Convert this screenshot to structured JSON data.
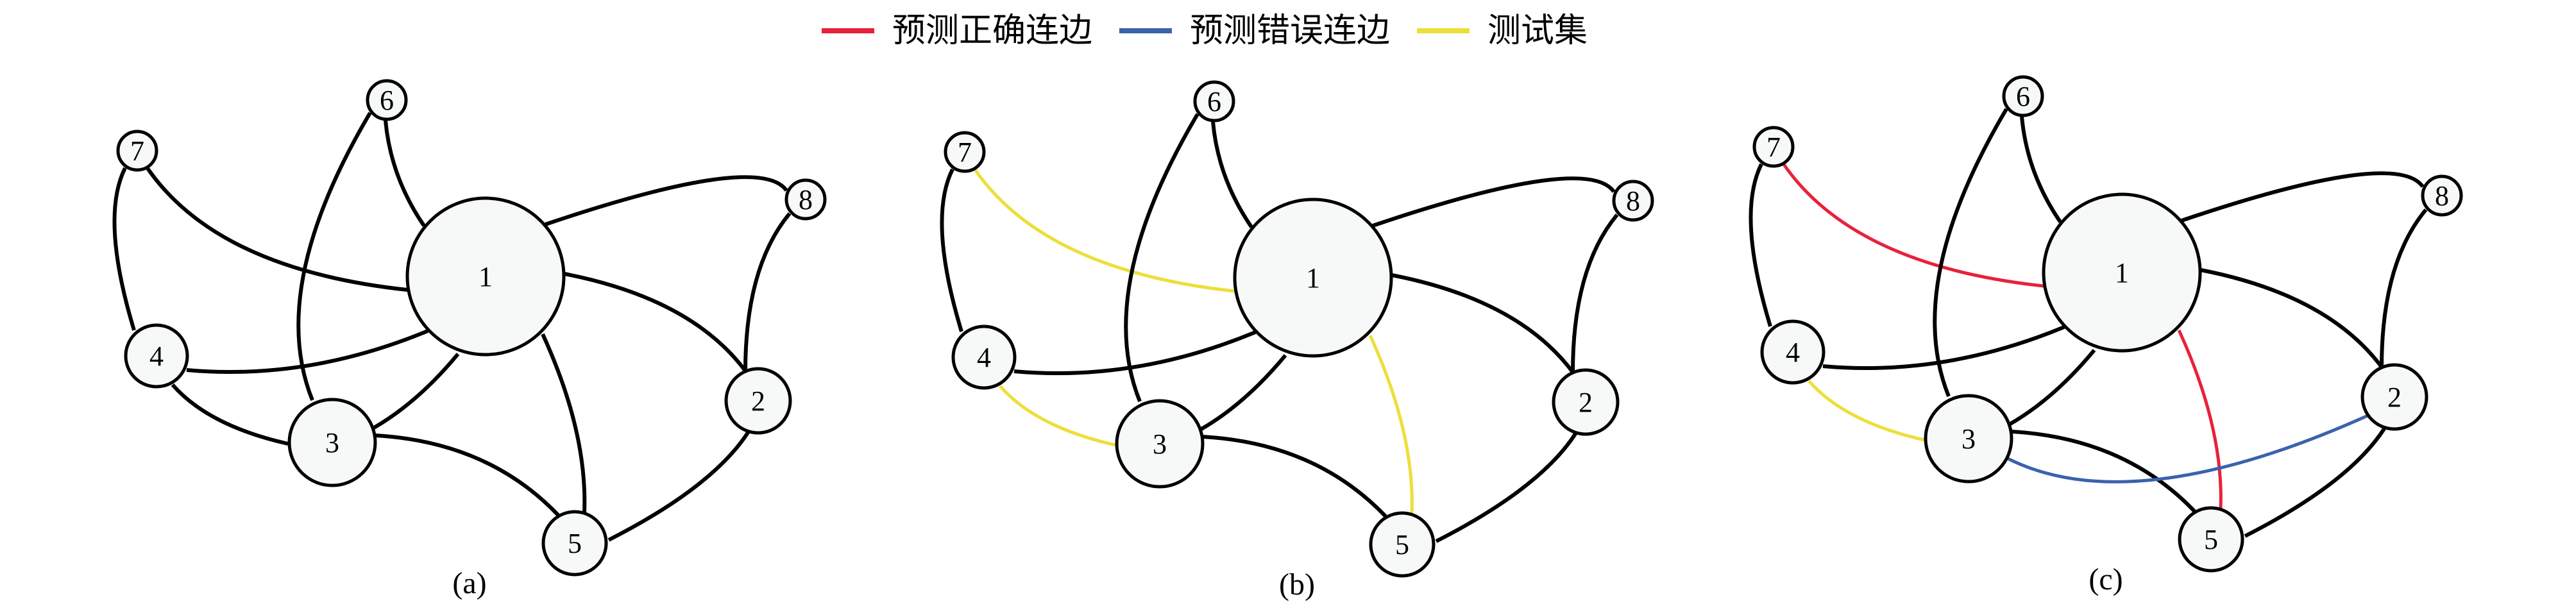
{
  "legend": [
    {
      "label": "预测正确连边",
      "type": "correct",
      "color": "#e8213a"
    },
    {
      "label": "预测错误连边",
      "type": "wrong",
      "color": "#3a62ad"
    },
    {
      "label": "测试集",
      "type": "test",
      "color": "#ecdf3a"
    }
  ],
  "colors": {
    "train": "#000000",
    "correct": "#e8213a",
    "wrong": "#3a62ad",
    "test": "#ecdf3a",
    "node_fill": "#f7f9f9"
  },
  "nodes": [
    "1",
    "2",
    "3",
    "4",
    "5",
    "6",
    "7",
    "8"
  ],
  "panels": [
    {
      "label": "(a)",
      "edges": [
        {
          "from": 1,
          "to": 7,
          "type": "train"
        },
        {
          "from": 7,
          "to": 4,
          "type": "train"
        },
        {
          "from": 6,
          "to": 3,
          "type": "train"
        },
        {
          "from": 6,
          "to": 1,
          "type": "train"
        },
        {
          "from": 1,
          "to": 8,
          "type": "train"
        },
        {
          "from": 8,
          "to": 2,
          "type": "train"
        },
        {
          "from": 1,
          "to": 2,
          "type": "train"
        },
        {
          "from": 1,
          "to": 5,
          "type": "train"
        },
        {
          "from": 1,
          "to": 3,
          "type": "train"
        },
        {
          "from": 1,
          "to": 4,
          "type": "train"
        },
        {
          "from": 4,
          "to": 3,
          "type": "train"
        },
        {
          "from": 3,
          "to": 5,
          "type": "train"
        },
        {
          "from": 5,
          "to": 2,
          "type": "train"
        }
      ]
    },
    {
      "label": "(b)",
      "edges": [
        {
          "from": 1,
          "to": 7,
          "type": "test"
        },
        {
          "from": 7,
          "to": 4,
          "type": "train"
        },
        {
          "from": 6,
          "to": 3,
          "type": "train"
        },
        {
          "from": 6,
          "to": 1,
          "type": "train"
        },
        {
          "from": 1,
          "to": 8,
          "type": "train"
        },
        {
          "from": 8,
          "to": 2,
          "type": "train"
        },
        {
          "from": 1,
          "to": 2,
          "type": "train"
        },
        {
          "from": 1,
          "to": 5,
          "type": "test"
        },
        {
          "from": 1,
          "to": 3,
          "type": "train"
        },
        {
          "from": 1,
          "to": 4,
          "type": "train"
        },
        {
          "from": 4,
          "to": 3,
          "type": "test"
        },
        {
          "from": 3,
          "to": 5,
          "type": "train"
        },
        {
          "from": 5,
          "to": 2,
          "type": "train"
        }
      ]
    },
    {
      "label": "(c)",
      "edges": [
        {
          "from": 1,
          "to": 7,
          "type": "correct"
        },
        {
          "from": 7,
          "to": 4,
          "type": "train"
        },
        {
          "from": 6,
          "to": 3,
          "type": "train"
        },
        {
          "from": 6,
          "to": 1,
          "type": "train"
        },
        {
          "from": 1,
          "to": 8,
          "type": "train"
        },
        {
          "from": 8,
          "to": 2,
          "type": "train"
        },
        {
          "from": 1,
          "to": 2,
          "type": "train"
        },
        {
          "from": 1,
          "to": 5,
          "type": "correct"
        },
        {
          "from": 1,
          "to": 3,
          "type": "train"
        },
        {
          "from": 1,
          "to": 4,
          "type": "train"
        },
        {
          "from": 4,
          "to": 3,
          "type": "test"
        },
        {
          "from": 3,
          "to": 5,
          "type": "train"
        },
        {
          "from": 5,
          "to": 2,
          "type": "train"
        },
        {
          "from": 3,
          "to": 2,
          "type": "wrong"
        }
      ]
    }
  ]
}
